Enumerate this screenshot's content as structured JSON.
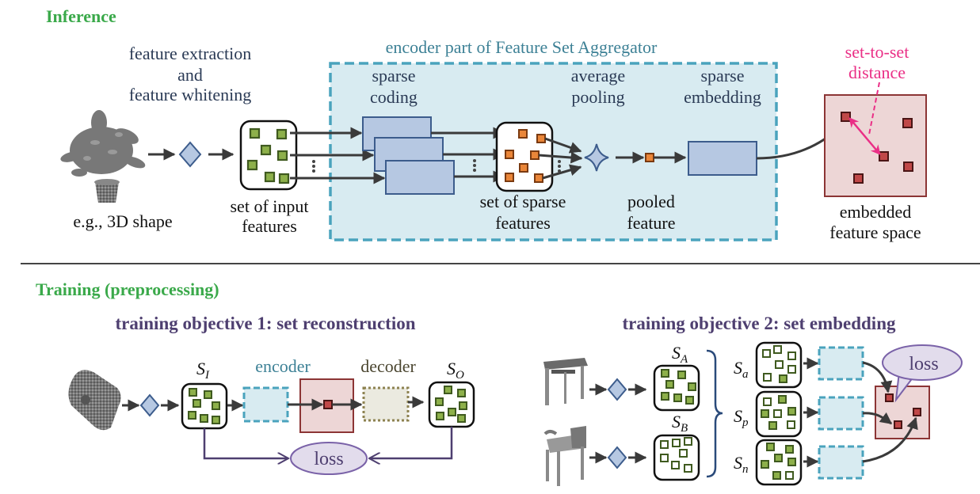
{
  "colors": {
    "heading_green": "#3aa94a",
    "heading_purple": "#4e3f70",
    "encoder_teal": "#4aa3bd",
    "encoder_fill": "#d8ebf1",
    "block_fill": "#b6c8e2",
    "block_stroke": "#3c5c8c",
    "feature_green": "#8db04a",
    "feature_green_stroke": "#3f5a1f",
    "sparse_orange": "#ea8639",
    "sparse_orange_stroke": "#7a3a10",
    "embed_fill": "#edd6d6",
    "embed_stroke": "#8c3535",
    "embed_point": "#c04848",
    "pink": "#ea2f86",
    "loss_fill": "#e2dcec",
    "loss_stroke": "#7a62a8",
    "decoder_fill": "#ebeae0",
    "decoder_stroke": "#8d8250",
    "arrow": "#3a3a3a"
  },
  "inference": {
    "heading": "Inference",
    "input_shape_label": "e.g., 3D shape",
    "input_shape_icon": "potted-plant-3d-shape",
    "extraction_label": [
      "feature extraction",
      "and",
      "feature whitening"
    ],
    "input_set_label": [
      "set of input",
      "features"
    ],
    "encoder_title": "encoder part of Feature Set Aggregator",
    "sparse_coding_label": [
      "sparse",
      "coding"
    ],
    "average_pooling_label": [
      "average",
      "pooling"
    ],
    "sparse_embedding_label": [
      "sparse",
      "embedding"
    ],
    "sparse_set_label": [
      "set of sparse",
      "features"
    ],
    "pooled_label": [
      "pooled",
      "feature"
    ],
    "distance_label": [
      "set-to-set",
      "distance"
    ],
    "embedded_space_label": [
      "embedded",
      "feature space"
    ]
  },
  "training": {
    "heading": "Training (preprocessing)",
    "objective1": {
      "title": "training objective 1: set reconstruction",
      "input_shape_icon": "car-3d-shape",
      "input_set": "S",
      "input_set_sub": "I",
      "output_set": "S",
      "output_set_sub": "O",
      "encoder_label": "encoder",
      "decoder_label": "decoder",
      "loss_label": "loss"
    },
    "objective2": {
      "title": "training objective 2: set embedding",
      "shape_a_icon": "table-3d-shape",
      "shape_b_icon": "chair-3d-shape",
      "set_a": "S",
      "set_a_sub": "A",
      "set_b": "S",
      "set_b_sub": "B",
      "anchor": "S",
      "anchor_sub": "a",
      "positive": "S",
      "positive_sub": "p",
      "negative": "S",
      "negative_sub": "n",
      "loss_label": "loss"
    }
  }
}
